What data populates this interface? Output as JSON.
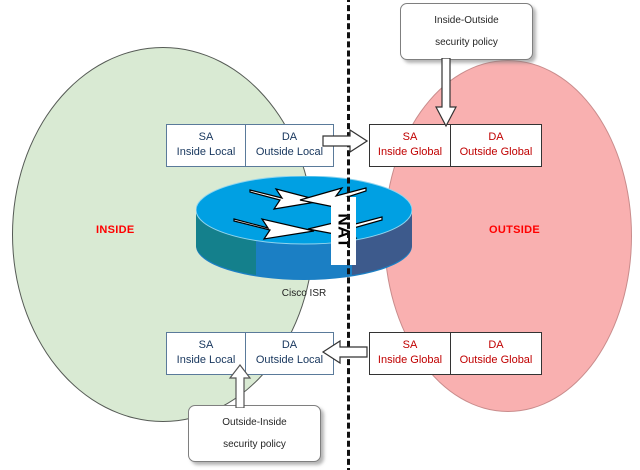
{
  "diagram": {
    "title": "Cisco ISR NAT inside-outside packet header translation",
    "divider_name": "nat-boundary-dashed-line"
  },
  "zones": {
    "inside": {
      "label": "INSIDE",
      "color": "#d9ead3",
      "text_color": "#ff0000"
    },
    "outside": {
      "label": "OUTSIDE",
      "color": "#f9b0b0",
      "text_color": "#ff0000"
    }
  },
  "device": {
    "caption": "Cisco ISR",
    "badge": "NAT",
    "icon": "cisco-router-icon",
    "top_color": "#00a0e3",
    "front_color": "#1b7fc4",
    "left_color": "#14808c",
    "right_color": "#3d5a8c"
  },
  "packets": {
    "top_local": {
      "name": "inside-local-header",
      "cells": [
        {
          "field": "SA",
          "value": "Inside Local"
        },
        {
          "field": "DA",
          "value": "Outside Local"
        }
      ],
      "text_color": "#17365d"
    },
    "top_global": {
      "name": "inside-global-header",
      "cells": [
        {
          "field": "SA",
          "value": "Inside Global"
        },
        {
          "field": "DA",
          "value": "Outside Global"
        }
      ],
      "text_color": "#c00000"
    },
    "bottom_local": {
      "name": "inside-local-header-return",
      "cells": [
        {
          "field": "SA",
          "value": "Inside Local"
        },
        {
          "field": "DA",
          "value": "Outside Local"
        }
      ],
      "text_color": "#17365d"
    },
    "bottom_global": {
      "name": "inside-global-header-return",
      "cells": [
        {
          "field": "SA",
          "value": "Inside Global"
        },
        {
          "field": "DA",
          "value": "Outside Global"
        }
      ],
      "text_color": "#c00000"
    }
  },
  "policies": {
    "inside_outside": {
      "line1": "Inside-Outside",
      "line2": "security policy"
    },
    "outside_inside": {
      "line1": "Outside-Inside",
      "line2": "security policy"
    }
  },
  "arrows": {
    "top_flow": "arrow-right",
    "bottom_flow": "arrow-left",
    "policy_top": "arrow-down",
    "policy_bottom": "arrow-up"
  }
}
